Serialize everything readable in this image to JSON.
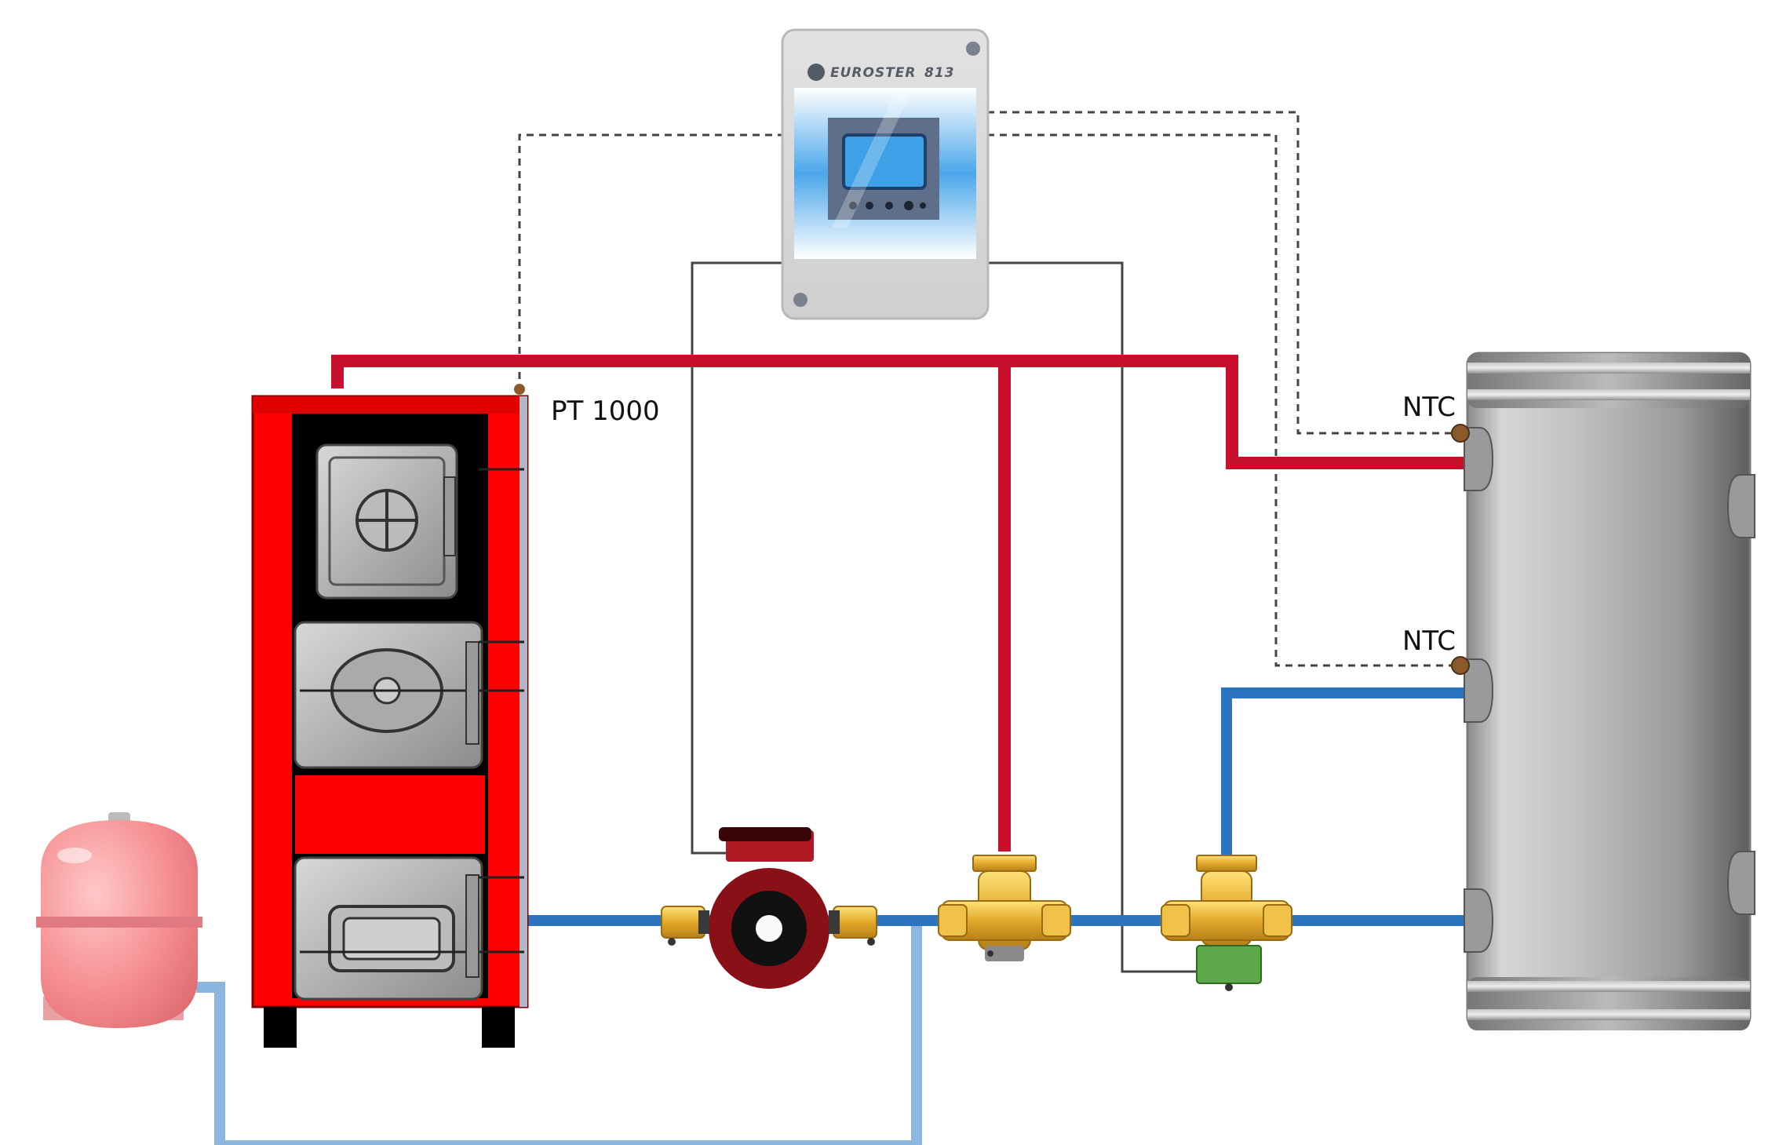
{
  "labels": {
    "boiler_sensor": "PT 1000",
    "tank_sensor_top": "NTC",
    "tank_sensor_bottom": "NTC",
    "controller_brand": "EUROSTER",
    "controller_model": "813"
  },
  "colors": {
    "hot_pipe": "#c8102e",
    "cold_pipe": "#2a74c0",
    "return_pipe": "#8bb6e0",
    "boiler_body": "#ff0000",
    "boiler_frame": "#000000",
    "tank_body": "#b9b9b9",
    "expansion_vessel": "#f4858a",
    "valve_brass": "#e8b631",
    "controller_screen": "#3ea0e6",
    "signal_wire": "#444444"
  },
  "components": [
    {
      "id": "boiler",
      "icon": "solid-fuel-boiler-icon"
    },
    {
      "id": "controller",
      "icon": "temperature-controller-icon"
    },
    {
      "id": "pump",
      "icon": "circulation-pump-icon"
    },
    {
      "id": "thermostatic_valve",
      "icon": "three-way-valve-icon"
    },
    {
      "id": "motorized_valve",
      "icon": "motorized-valve-icon"
    },
    {
      "id": "buffer_tank",
      "icon": "buffer-tank-icon"
    },
    {
      "id": "expansion_vessel",
      "icon": "expansion-vessel-icon"
    }
  ]
}
